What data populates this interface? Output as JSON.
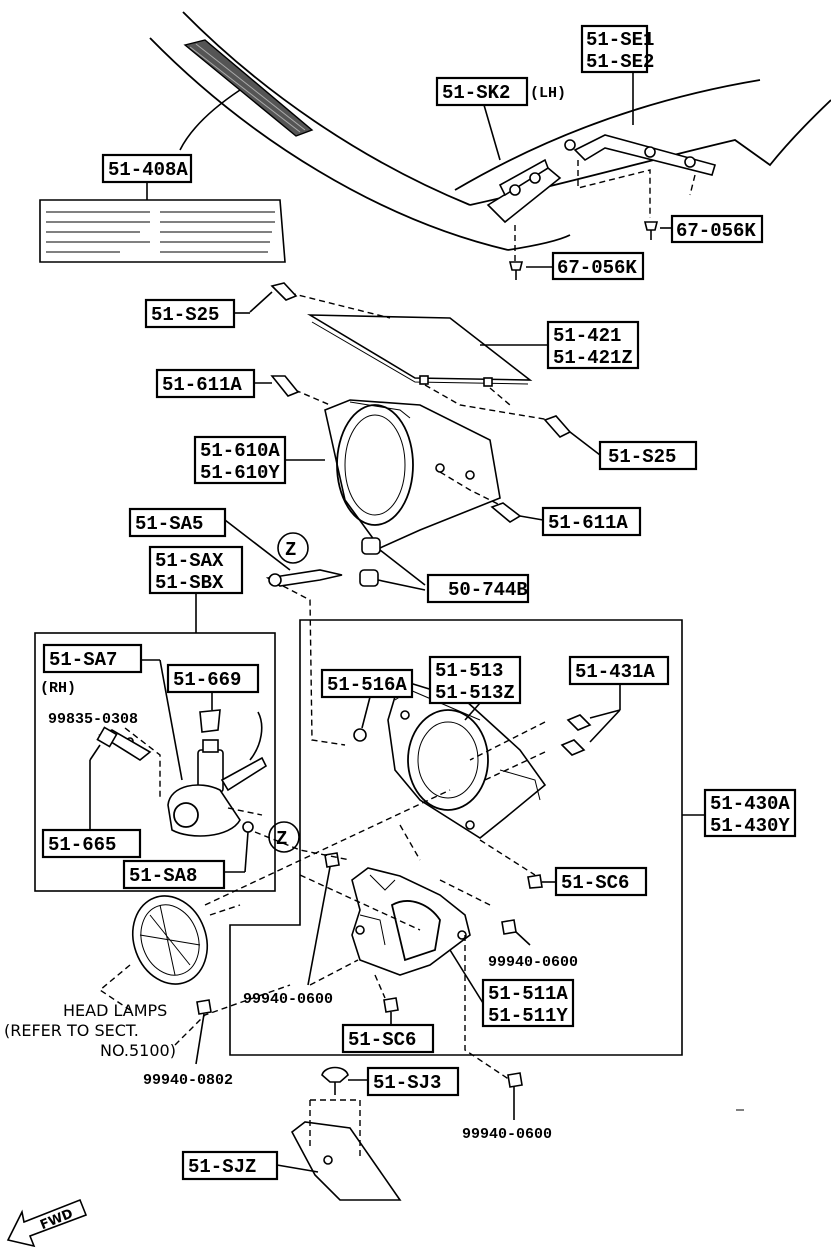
{
  "labels": {
    "se": [
      "51-SE1",
      "51-SE2"
    ],
    "sk2": "51-SK2",
    "lh": "(LH)",
    "l408a": "51-408A",
    "k67a": "67-056K",
    "k67b": "67-056K",
    "s25a": "51-S25",
    "l421": [
      "51-421",
      "51-421Z"
    ],
    "l611a_1": "51-611A",
    "l610": [
      "51-610A",
      "51-610Y"
    ],
    "s25b": "51-S25",
    "l611a_2": "51-611A",
    "sa5": "51-SA5",
    "z": "Z",
    "sax": [
      "51-SAX",
      "51-SBX"
    ],
    "l744": "50-744B",
    "sa7": "51-SA7",
    "rh": "(RH)",
    "l669": "51-669",
    "n99835": "99835-0308",
    "l665": "51-665",
    "sa8": "51-SA8",
    "l516": "51-516A",
    "l513": [
      "51-513",
      "51-513Z"
    ],
    "l431": "51-431A",
    "l430": [
      "51-430A",
      "51-430Y"
    ],
    "sc6a": "51-SC6",
    "n0600a": "99940-0600",
    "n0600b": "99940-0600",
    "l511": [
      "51-511A",
      "51-511Y"
    ],
    "sc6b": "51-SC6",
    "head": [
      "HEAD LAMPS",
      "(REFER TO SECT.",
      "NO.5100)"
    ],
    "n0802": "99940-0802",
    "sj3": "51-SJ3",
    "n0600c": "99940-0600",
    "sjz": "51-SJZ",
    "fwd": "FWD"
  },
  "colors": {
    "ink": "#000000",
    "paper": "#ffffff"
  }
}
